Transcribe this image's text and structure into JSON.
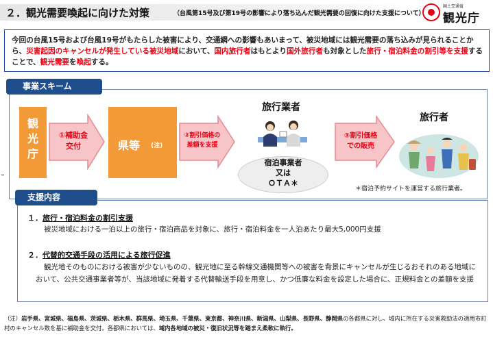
{
  "header": {
    "title": "２．観光需要喚起に向けた対策",
    "subtitle": "（台風第15号及び第19号の影響により落ち込んだ観光需要の回復に向けた支援について）",
    "logo_small": "国土交通省",
    "logo_big": "観光庁"
  },
  "intro": {
    "p1": "今回の台風15号および台風19号がもたらした被害により、交通網への影響もあいまって、被災地域には観光需要の落ち込みが見られることから、",
    "p2": "災害起因のキャンセルが発生している被災地域",
    "p3": "において、",
    "p4": "国内旅行者",
    "p5": "はもとより",
    "p6": "国外旅行者",
    "p7": "も対象とした",
    "p8": "旅行・宿泊料金の割引等を支援",
    "p9": "することで、",
    "p10": "観光需要",
    "p11": "を",
    "p12": "喚起",
    "p13": "する。"
  },
  "scheme": {
    "label": "事業スキーム",
    "kanko": [
      "観",
      "光",
      "庁"
    ],
    "arrow1": [
      "①補助金",
      "交付"
    ],
    "ken": "県等",
    "ken_note": "(注)",
    "arrow2": [
      "②割引価格の",
      "差額を支援"
    ],
    "agency": "旅行業者",
    "lodging": [
      "宿泊事業者",
      "又は",
      "ＯＴＡ＊"
    ],
    "arrow3": [
      "③割引価格",
      "での販売"
    ],
    "traveler": "旅行者",
    "ota_note": "＊宿泊予約サイトを運営する旅行業者。"
  },
  "support": {
    "label": "支援内容",
    "item1_num": "１．",
    "item1_title": "旅行・宿泊料金の割引支援",
    "item1_body": "被災地域における一泊以上の旅行・宿泊商品を対象に、旅行・宿泊料金を一人泊あたり最大5,000円支援",
    "item2_num": "２．",
    "item2_title": "代替的交通手段の活用による旅行促進",
    "item2_body": "観光地そのものにおける被害が少ないものの、観光地に至る幹線交通機関等への被害を背景にキャンセルが生じるおそれのある地域において、公共交通事業者等が、当該地域に発着する代替輸送手段を用意し、かつ低廉な料金を設定した場合に、正規料金との差額を支援"
  },
  "footnote": {
    "prefix": "（注）",
    "prefectures": "岩手県、宮城県、福島県、茨城県、栃木県、群馬県、埼玉県、千葉県、東京都、神奈川県、新潟県、山梨県、長野県、静岡県",
    "mid1": "の各都県に対し、域内に所在する災害救助法の適用市町村のキャンセル数を基に補助金を交付。各都県においては、",
    "bold2": "域内各地域の被災・復旧状況等を踏まえ柔軟に執行。"
  },
  "colors": {
    "accent_red": "#e60012",
    "navy": "#1f4e8c",
    "orange": "#f29a37",
    "arrow_pink": "#f7c5c8"
  }
}
